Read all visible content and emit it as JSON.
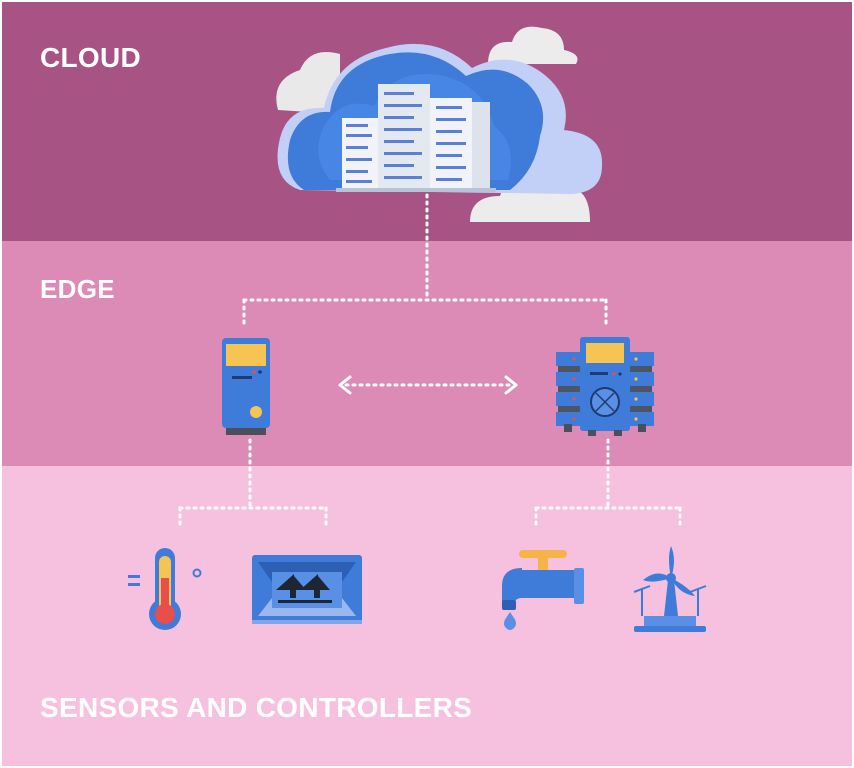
{
  "labels": {
    "cloud": "CLOUD",
    "edge": "EDGE",
    "sensors": "SENSORS AND CONTROLLERS"
  },
  "colors": {
    "cloud_band": "#a75383",
    "edge_band": "#db8bb6",
    "sensors_band": "#f6c1df",
    "label_text": "#ffffff",
    "device_blue": "#3f7bd8",
    "screen_yellow": "#f6c453"
  },
  "icons": [
    "cloud-datacenter-icon",
    "server-tower-icon",
    "server-rack-icon",
    "thermometer-icon",
    "conveyor-icon",
    "water-tap-icon",
    "wind-turbine-icon"
  ]
}
